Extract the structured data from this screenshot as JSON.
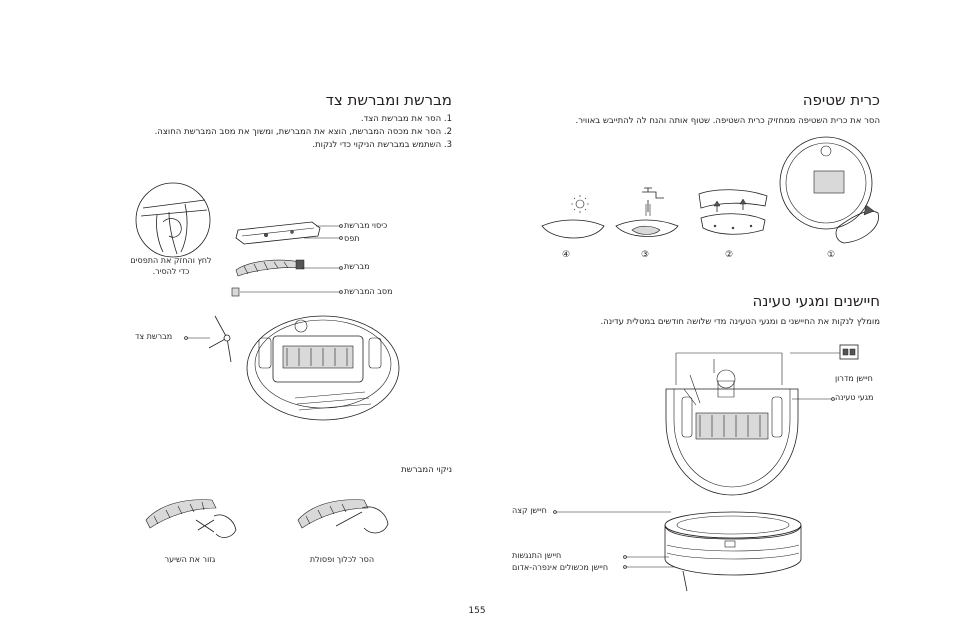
{
  "left": {
    "title": "מברשת ומברשת צד",
    "steps": [
      "1. הסר את מברשת הצד.",
      "2. הסר את מכסה המברשת, הוצא את המברשת, ומשוך את מסב המברשת החוצה.",
      "3. השתמש במברשת הניקוי כדי לנקות."
    ],
    "press_label_line1": "לחץ והחזק את התפסים",
    "press_label_line2": "כדי להסיר.",
    "labels": {
      "brush_cover": "כיסוי מברשת",
      "clip": "תפס",
      "brush": "מברשת",
      "bearing": "מסב המברשת",
      "side_brush": "מברשת צד"
    },
    "cleaning_title": "ניקוי המברשת",
    "cut_hair": "גזור את השיער",
    "remove_debris": "הסר לכלוך ופסולת"
  },
  "right": {
    "title": "כרית שטיפה",
    "text": "הסר את כרית השטיפה ממחזיק כרית השטיפה. שטוף אותה והנח לה להתייבש באוויר.",
    "steps": [
      "①",
      "②",
      "③",
      "④"
    ],
    "sensors_title": "חיישנים ומגעי טעינה",
    "sensors_text": "מומלץ לנקות את החיישני ם ומגעי הטעינה מדי שלושה חודשים במטלית עדינה.",
    "labels": {
      "bumper_sensor": "חיישן מדרון",
      "charging_contacts": "מגעי טעינה",
      "edge_sensor": "חיישן קצה",
      "collision_sensor": "חיישן התנגשות",
      "ir_sensor": "חיישן מכשולים אינפרה-אדום"
    }
  },
  "page_number": "155"
}
